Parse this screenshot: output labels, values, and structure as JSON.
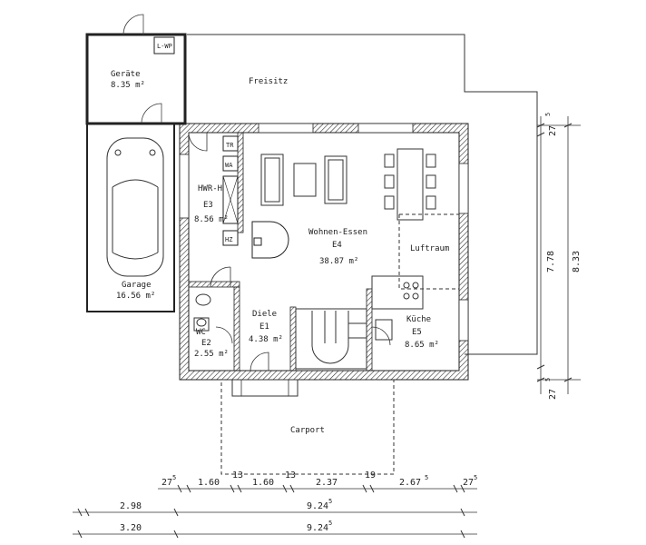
{
  "rooms": {
    "geraete": {
      "name": "Geräte",
      "area": "8.35 m²"
    },
    "lwp": {
      "name": "L-WP"
    },
    "freisitz": {
      "name": "Freisitz"
    },
    "garage": {
      "name": "Garage",
      "area": "16.56 m²"
    },
    "hwr": {
      "name": "HWR-H",
      "code": "E3",
      "area": "8.56 m²"
    },
    "wohnen": {
      "name": "Wohnen-Essen",
      "code": "E4",
      "area": "38.87 m²"
    },
    "luftraum": {
      "name": "Luftraum"
    },
    "diele": {
      "name": "Diele",
      "code": "E1",
      "area": "4.38 m²"
    },
    "wc": {
      "name": "WC",
      "code": "E2",
      "area": "2.55 m²"
    },
    "kueche": {
      "name": "Küche",
      "code": "E5",
      "area": "8.65 m²"
    },
    "carport": {
      "name": "Carport"
    }
  },
  "appliances": {
    "tr": "TR",
    "wa": "WA",
    "hz": "HZ"
  },
  "dims_top": {
    "d1": "27",
    "d1s": "5",
    "d2": "1.60",
    "d3": "13",
    "d4": "1.60",
    "d5": "13",
    "d6": "2.37",
    "d7": "19",
    "d8": "2.67",
    "d8s": "5",
    "d9": "27",
    "d9s": "5"
  },
  "dims_mid": {
    "a": "2.98",
    "b": "9.24",
    "bs": "5"
  },
  "dims_bottom": {
    "a": "3.20",
    "b": "9.24",
    "bs": "5"
  },
  "dims_right": {
    "t1": "27",
    "t1s": "5",
    "v1": "7.78",
    "v2": "8.33",
    "b1": "27",
    "b1s": "5"
  }
}
